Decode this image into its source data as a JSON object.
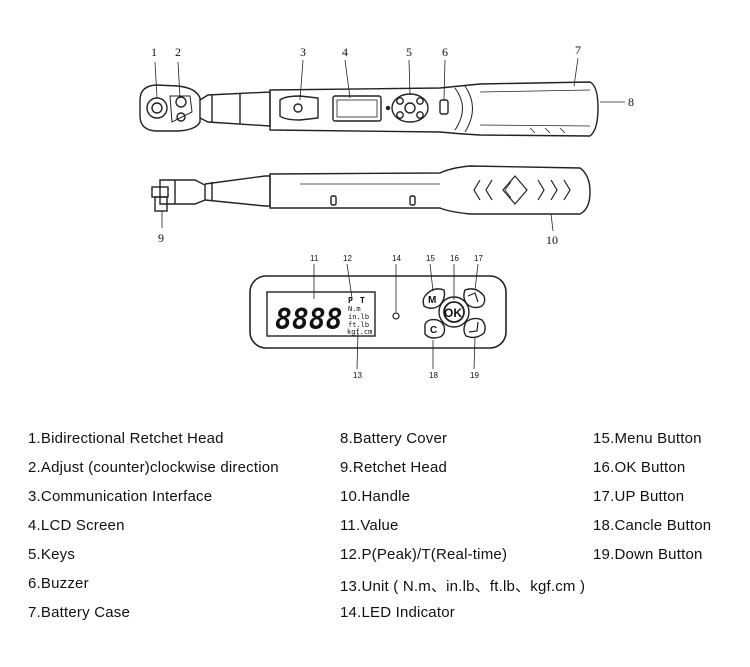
{
  "callouts": {
    "c1": "1",
    "c2": "2",
    "c3": "3",
    "c4": "4",
    "c5": "5",
    "c6": "6",
    "c7": "7",
    "c8": "8",
    "c9": "9",
    "c10": "10",
    "c11": "11",
    "c12": "12",
    "c13": "13",
    "c14": "14",
    "c15": "15",
    "c16": "16",
    "c17": "17",
    "c18": "18",
    "c19": "19"
  },
  "lcd": {
    "digits": "8888",
    "peak": "P",
    "realtime": "T",
    "units": [
      "N.m",
      "in.lb",
      "ft.lb",
      "kgf.cm"
    ]
  },
  "keys": {
    "menu": "M",
    "ok": "OK",
    "cancel": "C"
  },
  "legend": {
    "col1": [
      "1.Bidirectional Retchet Head",
      "2.Adjust (counter)clockwise direction",
      "3.Communication Interface",
      "4.LCD Screen",
      "5.Keys",
      "6.Buzzer",
      "7.Battery Case"
    ],
    "col2": [
      "8.Battery Cover",
      "9.Retchet Head",
      "10.Handle",
      "11.Value",
      "12.P(Peak)/T(Real-time)",
      "13.Unit ( N.m、in.lb、ft.lb、kgf.cm )",
      "14.LED Indicator"
    ],
    "col3": [
      "15.Menu Button",
      "16.OK Button",
      "17.UP Button",
      "18.Cancle Button",
      "19.Down Button"
    ]
  }
}
